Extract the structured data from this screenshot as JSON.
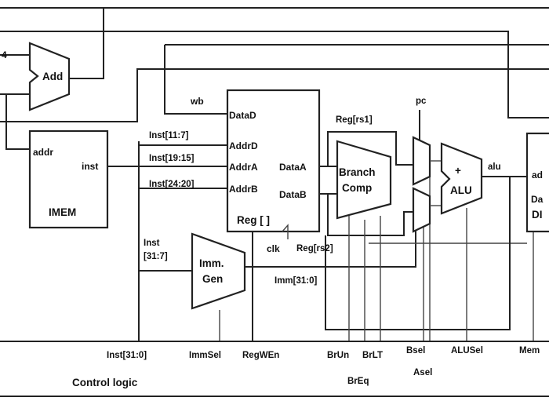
{
  "adder": {
    "label": "Add",
    "input_label": "4"
  },
  "imem": {
    "title": "IMEM",
    "addr": "addr",
    "inst": "inst"
  },
  "regfile": {
    "title": "Reg [ ]",
    "wb": "wb",
    "data_d": "DataD",
    "addr_d": "AddrD",
    "addr_a": "AddrA",
    "addr_b": "AddrB",
    "data_a": "DataA",
    "data_b": "DataB",
    "clk": "clk"
  },
  "wires": {
    "inst_11_7": "Inst[11:7]",
    "inst_19_15": "Inst[19:15]",
    "inst_24_20": "Inst[24:20]",
    "inst_31_7_a": "Inst",
    "inst_31_7_b": "[31:7]",
    "reg_rs1": "Reg[rs1]",
    "reg_rs2": "Reg[rs2]",
    "pc": "pc",
    "imm": "Imm[31:0]",
    "alu_out": "alu"
  },
  "immgen": {
    "line1": "Imm.",
    "line2": "Gen"
  },
  "branch": {
    "line1": "Branch",
    "line2": "Comp"
  },
  "alu": {
    "plus": "+",
    "label": "ALU"
  },
  "dmem": {
    "addr": "ad",
    "data": "Da",
    "title": "DI"
  },
  "control": {
    "title": "Control logic",
    "signals": {
      "inst": "Inst[31:0]",
      "immsel": "ImmSel",
      "regwen": "RegWEn",
      "brun": "BrUn",
      "brlt": "BrLT",
      "breq": "BrEq",
      "bsel": "Bsel",
      "asel": "Asel",
      "alusel": "ALUSel",
      "mem": "Mem"
    }
  }
}
